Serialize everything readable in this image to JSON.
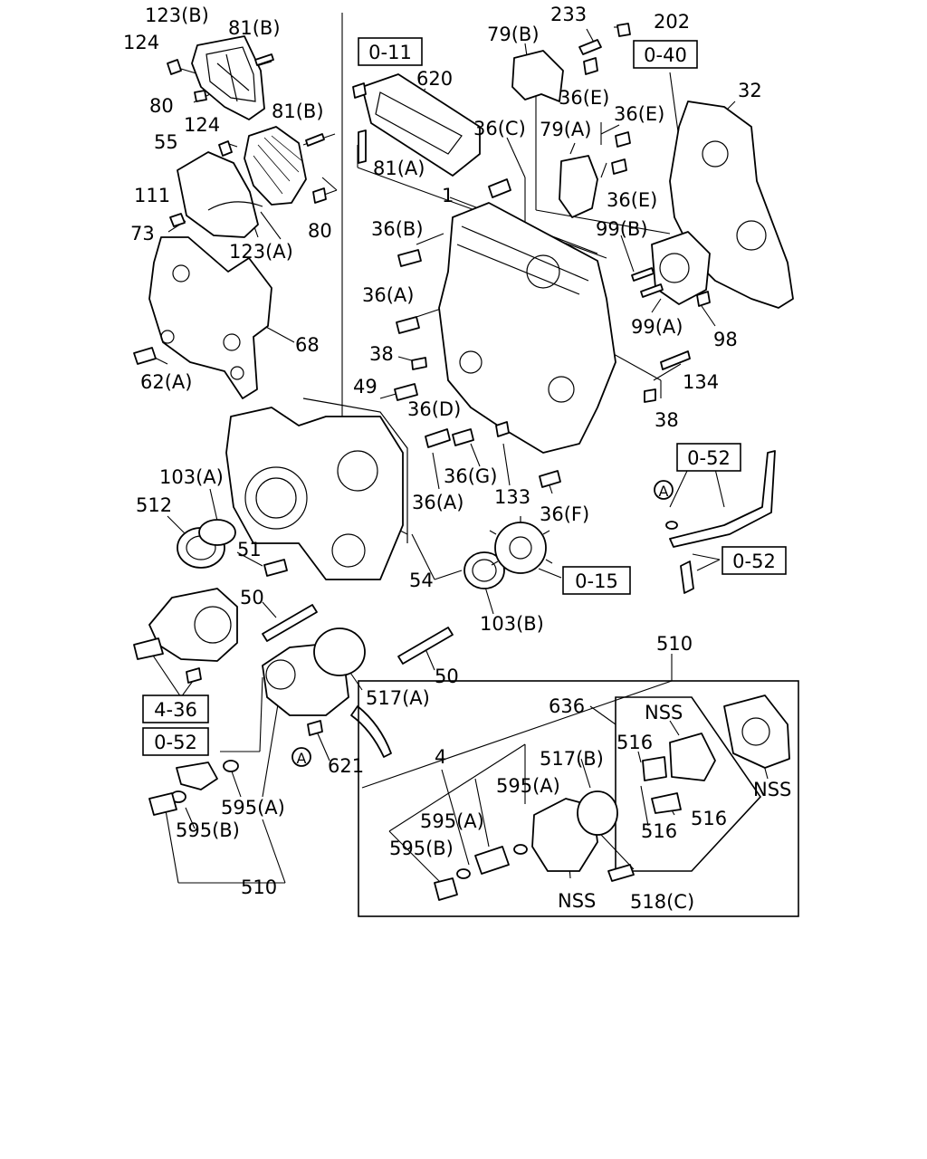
{
  "labels": {
    "l123B": "123(B)",
    "l81B_top": "81(B)",
    "l124_top": "124",
    "l80_top": "80",
    "l124_mid": "124",
    "l81B_mid": "81(B)",
    "l55": "55",
    "l111": "111",
    "l73": "73",
    "l80_mid": "80",
    "l123A": "123(A)",
    "l68": "68",
    "l62A": "62(A)",
    "l620": "620",
    "l81A": "81(A)",
    "l233": "233",
    "l202": "202",
    "l79B": "79(B)",
    "l36E_1": "36(E)",
    "l36E_2": "36(E)",
    "l36E_3": "36(E)",
    "l79A": "79(A)",
    "l36C": "36(C)",
    "l32": "32",
    "l1": "1",
    "l36B": "36(B)",
    "l99B": "99(B)",
    "l36A_1": "36(A)",
    "l99A": "99(A)",
    "l98": "98",
    "l38_1": "38",
    "l134": "134",
    "l49": "49",
    "l36D": "36(D)",
    "l38_2": "38",
    "l103A": "103(A)",
    "l36G": "36(G)",
    "l133": "133",
    "l36A_2": "36(A)",
    "l36F": "36(F)",
    "l512": "512",
    "l51": "51",
    "l54": "54",
    "l50_1": "50",
    "l103B": "103(B)",
    "l50_2": "50",
    "l517A": "517(A)",
    "l510_top": "510",
    "l636": "636",
    "lNSS_1": "NSS",
    "l516_1": "516",
    "l516_2": "516",
    "l516_3": "516",
    "lNSS_2": "NSS",
    "l621": "621",
    "l4": "4",
    "l517B": "517(B)",
    "l595A_1": "595(A)",
    "l595A_2": "595(A)",
    "l595A_3": "595(A)",
    "l595B_1": "595(B)",
    "l595B_2": "595(B)",
    "l510_bottom": "510",
    "lNSS_3": "NSS",
    "l518C": "518(C)"
  },
  "refs": {
    "r011": "0-11",
    "r040": "0-40",
    "r052_1": "0-52",
    "r052_2": "0-52",
    "r015": "0-15",
    "r436": "4-36",
    "r052_3": "0-52"
  },
  "markers": {
    "mA_1": "A",
    "mA_2": "A"
  }
}
